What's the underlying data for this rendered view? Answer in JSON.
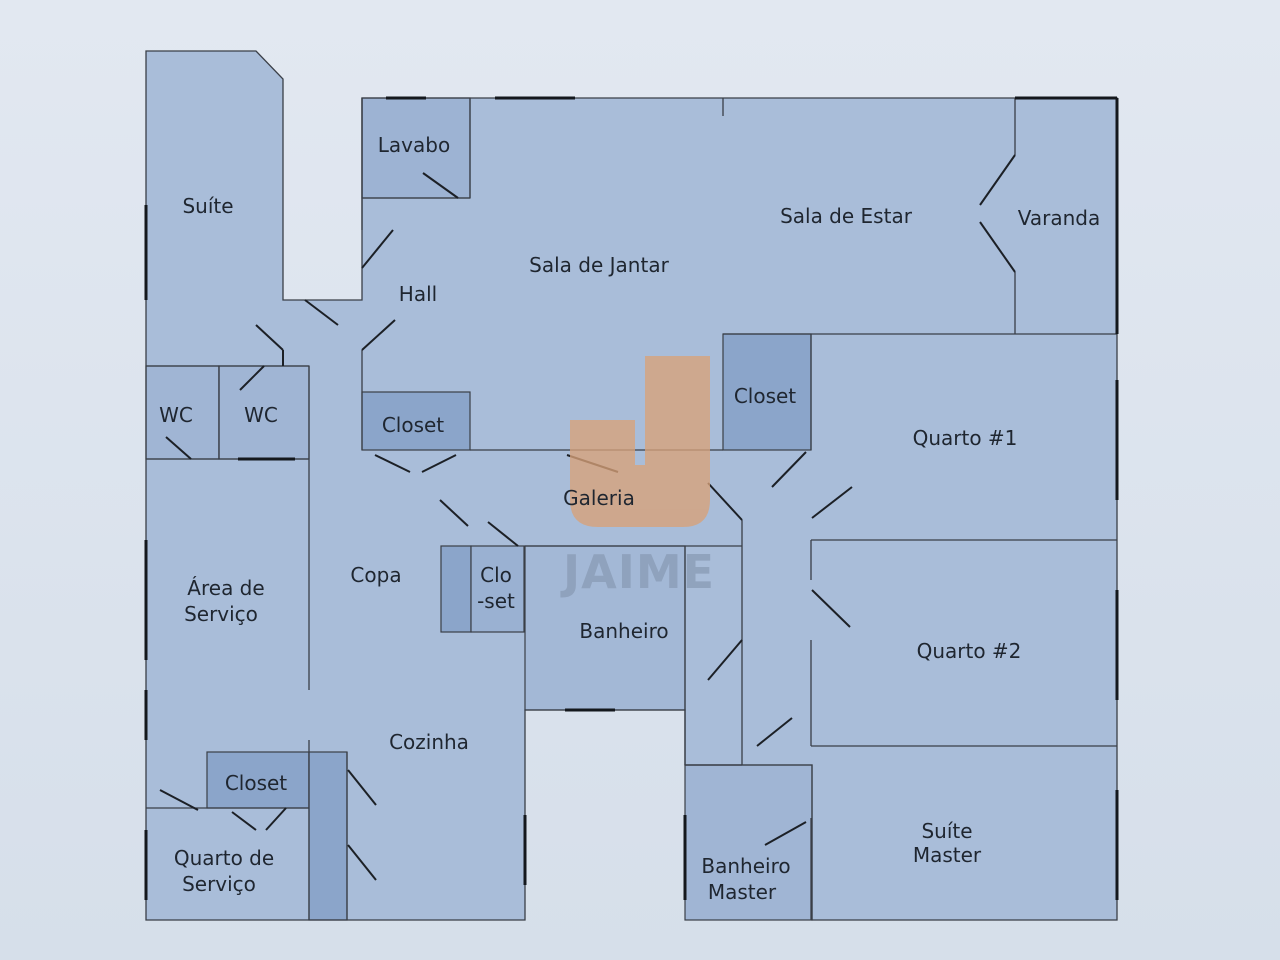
{
  "rooms": {
    "suite": "Suíte",
    "lavabo": "Lavabo",
    "sala_estar": "Sala de Estar",
    "varanda": "Varanda",
    "sala_jantar": "Sala de Jantar",
    "hall": "Hall",
    "wc1": "WC",
    "wc2": "WC",
    "closet_hall": "Closet",
    "closet_q1": "Closet",
    "quarto1": "Quarto #1",
    "galeria": "Galeria",
    "area_servico_1": "Área de",
    "area_servico_2": "Serviço",
    "copa": "Copa",
    "closet_small_1": "Clo",
    "closet_small_2": "-set",
    "banheiro": "Banheiro",
    "quarto2": "Quarto #2",
    "cozinha": "Cozinha",
    "closet_servico": "Closet",
    "quarto_servico_1": "Quarto de",
    "quarto_servico_2": "Serviço",
    "banheiro_master_1": "Banheiro",
    "banheiro_master_2": "Master",
    "suite_master_1": "Suíte",
    "suite_master_2": "Master"
  },
  "watermark": {
    "text": "JAIME"
  },
  "colors": {
    "background": "#dde4ee",
    "room": "#a8bcd8",
    "closet": "#8aa4c8",
    "logo_orange": "#d9a278",
    "logo_text": "#8a9cb6"
  }
}
